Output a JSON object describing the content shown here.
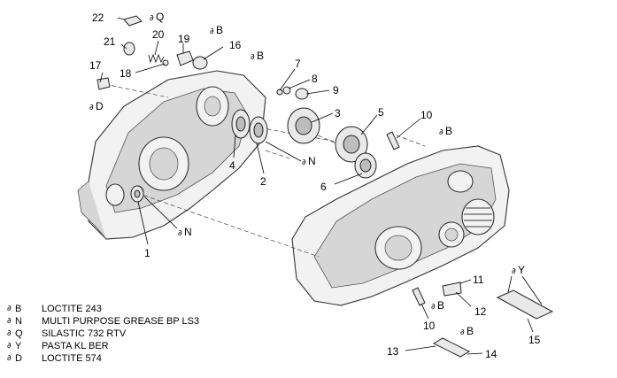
{
  "callouts": [
    {
      "num": "1"
    },
    {
      "num": "2"
    },
    {
      "num": "3"
    },
    {
      "num": "4"
    },
    {
      "num": "5"
    },
    {
      "num": "6"
    },
    {
      "num": "7"
    },
    {
      "num": "8"
    },
    {
      "num": "9"
    },
    {
      "num": "10"
    },
    {
      "num": "10"
    },
    {
      "num": "11"
    },
    {
      "num": "12"
    },
    {
      "num": "13"
    },
    {
      "num": "14"
    },
    {
      "num": "15"
    },
    {
      "num": "16"
    },
    {
      "num": "17"
    },
    {
      "num": "18"
    },
    {
      "num": "19"
    },
    {
      "num": "20"
    },
    {
      "num": "21"
    },
    {
      "num": "22"
    }
  ],
  "adhesive_marks": [
    {
      "code": "Q"
    },
    {
      "code": "B"
    },
    {
      "code": "B"
    },
    {
      "code": "D"
    },
    {
      "code": "N"
    },
    {
      "code": "N"
    },
    {
      "code": "B"
    },
    {
      "code": "B"
    },
    {
      "code": "B"
    },
    {
      "code": "Y"
    }
  ],
  "legend": [
    {
      "code": "B",
      "text": "LOCTITE 243"
    },
    {
      "code": "N",
      "text": "MULTI PURPOSE GREASE BP LS3"
    },
    {
      "code": "Q",
      "text": "SILASTIC 732 RTV"
    },
    {
      "code": "Y",
      "text": "PASTA KL BER"
    },
    {
      "code": "D",
      "text": "LOCTITE 574"
    }
  ],
  "drop_symbol": "∂"
}
